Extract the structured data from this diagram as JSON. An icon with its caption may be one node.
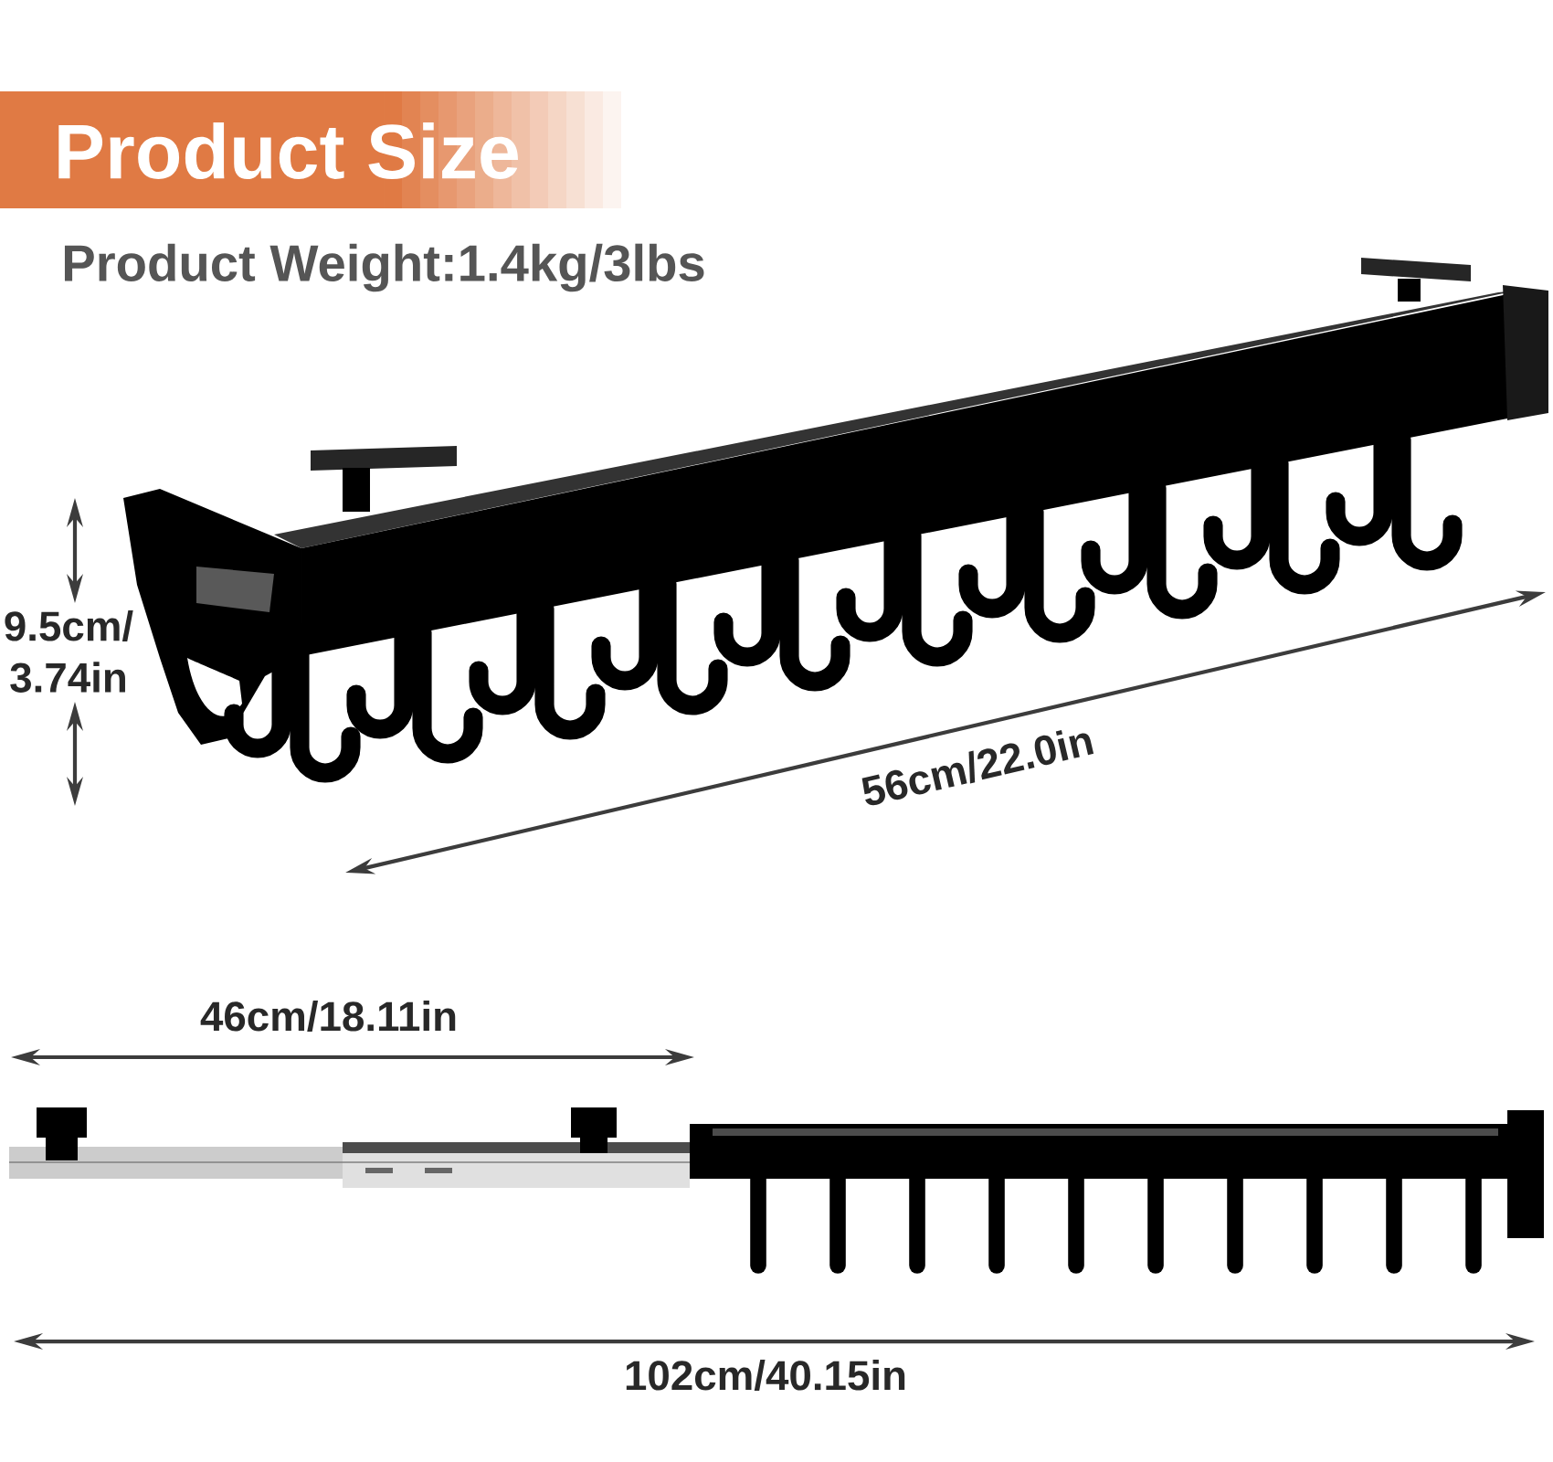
{
  "diagram": {
    "title": "Product Size",
    "labels": [
      "Product Weight:1.4kg/3lbs",
      "9.5cm/ 3.74in",
      "56cm/22.0in",
      "46cm/18.11in",
      "102cm/40.15in"
    ]
  }
}
